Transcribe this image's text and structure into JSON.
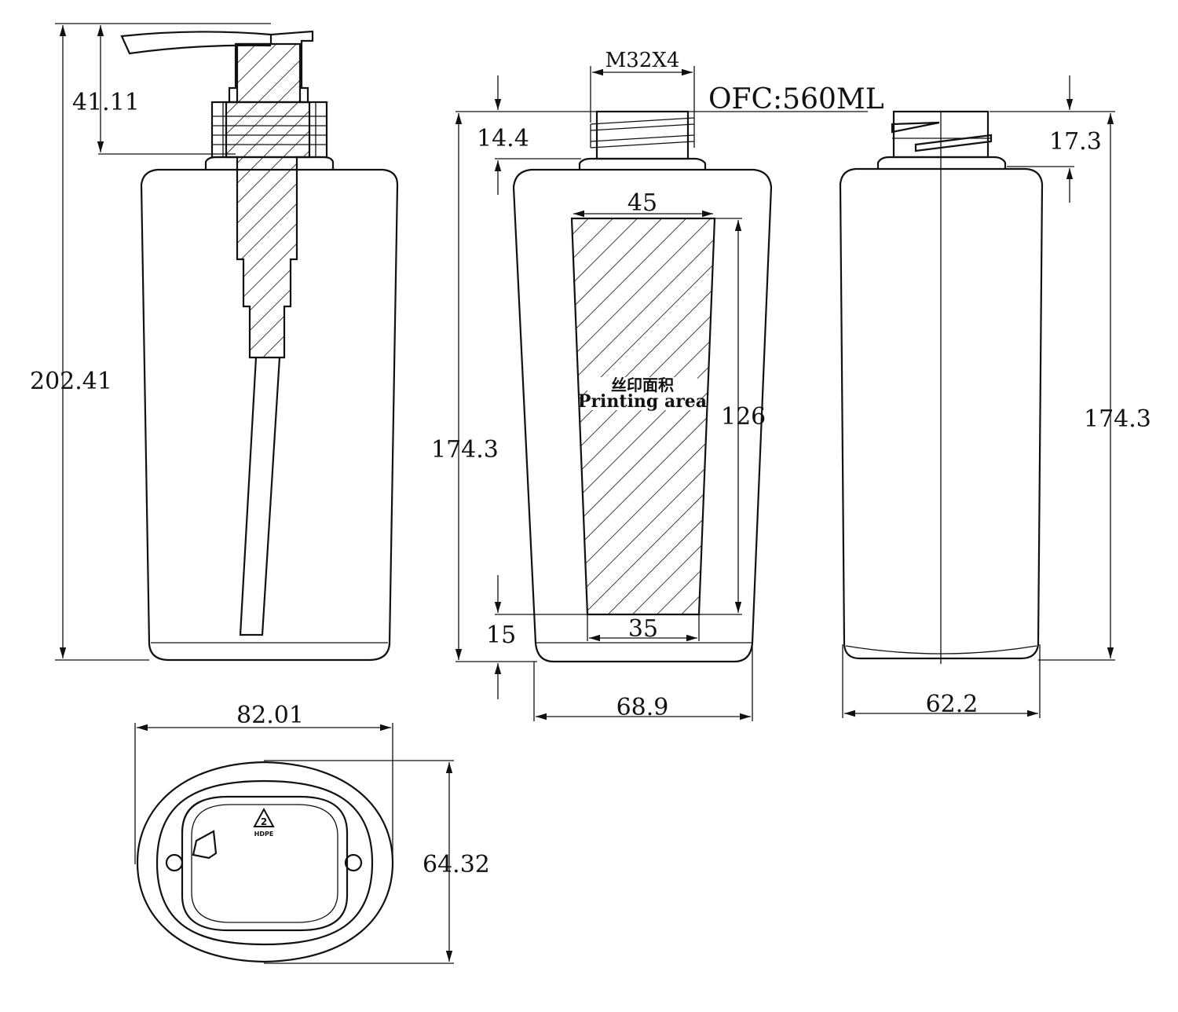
{
  "dimensions": {
    "overall_height_with_pump": "202.41",
    "pump_height": "41.11",
    "thread_spec": "M32X4",
    "capacity": "OFC:560ML",
    "neck_height_front": "14.4",
    "neck_height_side": "17.3",
    "body_height_front": "174.3",
    "body_height_side": "174.3",
    "print_top_width": "45",
    "print_bottom_width": "35",
    "print_height": "126",
    "print_bottom_offset": "15",
    "front_width": "68.9",
    "side_width": "62.2",
    "base_length": "82.01",
    "base_width": "64.32"
  },
  "labels": {
    "print_area_cn": "丝印面积",
    "print_area_en": "Printing area",
    "recycle_code": "2",
    "material": "HDPE"
  }
}
